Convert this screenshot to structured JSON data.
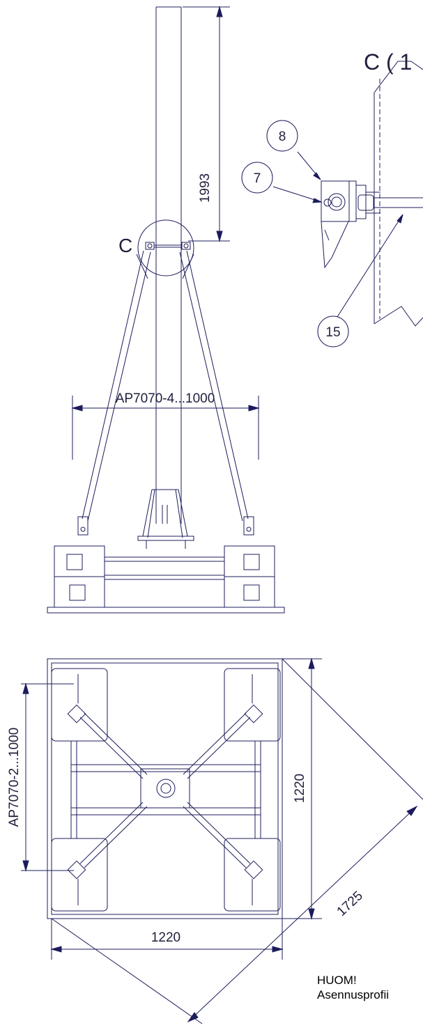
{
  "dimensions": {
    "mast_height": "1993",
    "clamp_spacing_x": "AP7070-4...1000",
    "clamp_spacing_y": "AP7070-2...1000",
    "base_height": "1220",
    "base_width": "1220",
    "base_diagonal": "1725"
  },
  "detail": {
    "marker": "C",
    "title_fragment": "C ( 1"
  },
  "balloons": {
    "b8": "8",
    "b7": "7",
    "b15": "15"
  },
  "note": {
    "heading": "HUOM!",
    "text": "Asennusprofii"
  },
  "colors": {
    "line": "#1c1c5c",
    "text": "#1f1f3d"
  }
}
